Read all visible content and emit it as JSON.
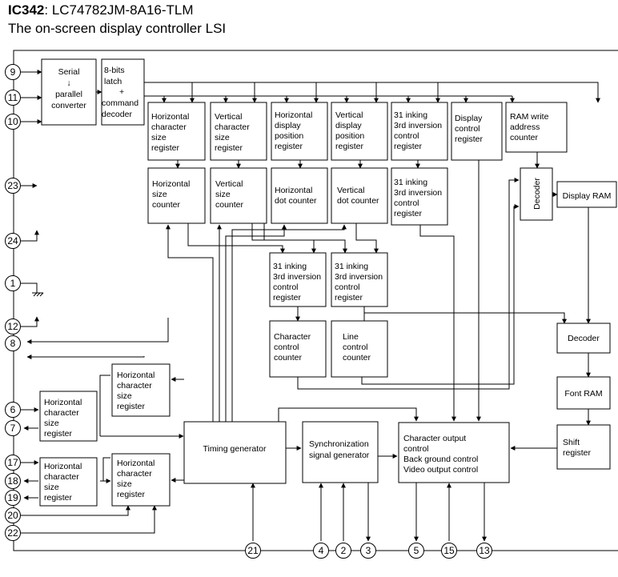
{
  "title": {
    "part": "IC342",
    "model": ": LC74782JM-8A16-TLM"
  },
  "subtitle": "The on-screen display controller LSI",
  "blocks": {
    "serial": [
      "Serial",
      "↓",
      "parallel",
      "converter"
    ],
    "latch": [
      "8-bits",
      "latch",
      "+",
      "command",
      "decoder"
    ],
    "hcsr_top": [
      "Horizontal",
      "character",
      "size",
      "register"
    ],
    "vcsr_top": [
      "Vertical",
      "character",
      "size",
      "register"
    ],
    "hdpr": [
      "Horizontal",
      "display",
      "position",
      "register"
    ],
    "vdpr": [
      "Vertical",
      "display",
      "position",
      "register"
    ],
    "inking_top": [
      "31 inking",
      "3rd inversion",
      "control",
      "register"
    ],
    "dispctl": [
      "Display",
      "control",
      "register"
    ],
    "ramwrite": [
      "RAM write",
      "address",
      "counter"
    ],
    "hsize": [
      "Horizontal",
      "size",
      "counter"
    ],
    "vsize": [
      "Vertical",
      "size",
      "counter"
    ],
    "hdot": [
      "Horizontal",
      "dot counter"
    ],
    "vdot": [
      "Vertical",
      "dot counter"
    ],
    "inking_mid": [
      "31 inking",
      "3rd inversion",
      "control",
      "register"
    ],
    "decoder1": "Decoder",
    "displayram": "Display RAM",
    "inking_l": [
      "31 inking",
      "3rd inversion",
      "control",
      "register"
    ],
    "inking_r": [
      "31 inking",
      "3rd inversion",
      "control",
      "register"
    ],
    "charctl": [
      "Character",
      "control",
      "counter"
    ],
    "linectl": [
      "Line",
      "control",
      "counter"
    ],
    "decoder2": "Decoder",
    "fontram": "Font RAM",
    "shift": [
      "Shift",
      "register"
    ],
    "hcsr_mid": [
      "Horizontal",
      "character",
      "size",
      "register"
    ],
    "hcsr_left1": [
      "Horizontal",
      "character",
      "size",
      "register"
    ],
    "hcsr_left2": [
      "Horizontal",
      "character",
      "size",
      "register"
    ],
    "hcsr_bot": [
      "Horizontal",
      "character",
      "size",
      "register"
    ],
    "timing": "Timing generator",
    "sync": [
      "Synchronization",
      "signal generator"
    ],
    "output": [
      "Character output",
      "control",
      "Back ground control",
      "Video output control"
    ]
  },
  "pins": {
    "p9": "9",
    "p11": "11",
    "p10": "10",
    "p23": "23",
    "p24": "24",
    "p1": "1",
    "p12": "12",
    "p8": "8",
    "p6": "6",
    "p7": "7",
    "p17": "17",
    "p18": "18",
    "p19": "19",
    "p20": "20",
    "p22": "22",
    "p21": "21",
    "p4": "4",
    "p2": "2",
    "p3": "3",
    "p5": "5",
    "p15": "15",
    "p13": "13"
  }
}
